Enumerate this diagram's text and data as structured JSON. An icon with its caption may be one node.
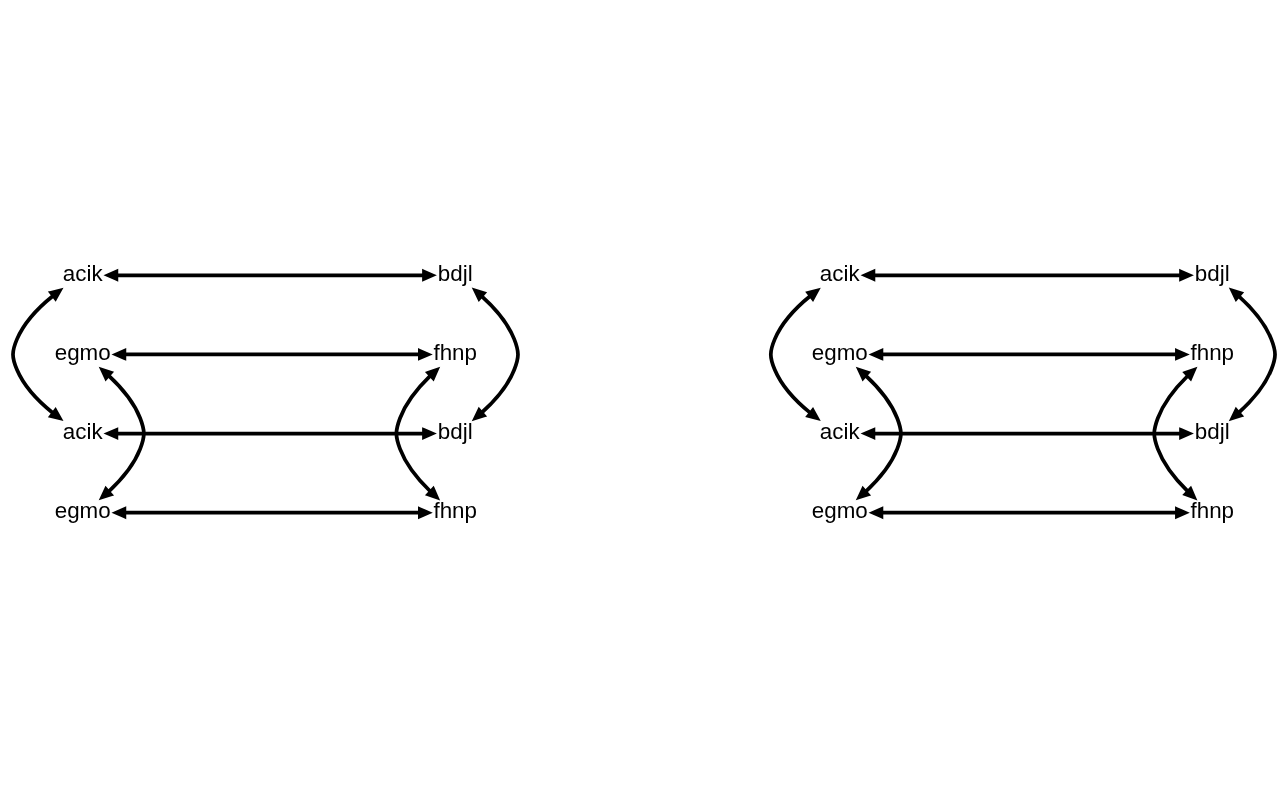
{
  "diagram": {
    "nodes": [
      {
        "text": [
          "acik"
        ]
      },
      {
        "text": [
          "bdjl"
        ]
      },
      {
        "text": [
          "egmo"
        ]
      },
      {
        "text": [
          "fhnp"
        ]
      },
      {
        "text": [
          "acik"
        ]
      },
      {
        "text": [
          "bdjl"
        ]
      },
      {
        "text": [
          "egmo"
        ]
      },
      {
        "text": [
          "fhnp"
        ]
      },
      {
        "text": [
          "acik"
        ]
      },
      {
        "text": [
          "bdjl"
        ]
      },
      {
        "text": [
          "egmo"
        ]
      },
      {
        "text": [
          "fhnp"
        ]
      },
      {
        "text": [
          "acik"
        ]
      },
      {
        "text": [
          "bdjl"
        ]
      },
      {
        "text": [
          "egmo"
        ]
      },
      {
        "text": [
          "fhnp"
        ]
      }
    ],
    "edges": [
      {
        "from": 0,
        "to": 1,
        "arrow": "both"
      },
      {
        "from": 0,
        "to": 4,
        "arrow": "both"
      },
      {
        "from": 1,
        "to": 5,
        "arrow": "both"
      },
      {
        "from": 2,
        "to": 3,
        "arrow": "both"
      },
      {
        "from": 2,
        "to": 6,
        "arrow": "both"
      },
      {
        "from": 3,
        "to": 7,
        "arrow": "both"
      },
      {
        "from": 4,
        "to": 5,
        "arrow": "both"
      },
      {
        "from": 6,
        "to": 7,
        "arrow": "both"
      },
      {
        "from": 8,
        "to": 9,
        "arrow": "both"
      },
      {
        "from": 8,
        "to": 12,
        "arrow": "both"
      },
      {
        "from": 9,
        "to": 13,
        "arrow": "both"
      },
      {
        "from": 10,
        "to": 11,
        "arrow": "both"
      },
      {
        "from": 10,
        "to": 14,
        "arrow": "both"
      },
      {
        "from": 11,
        "to": 15,
        "arrow": "both"
      },
      {
        "from": 12,
        "to": 13,
        "arrow": "both"
      },
      {
        "from": 14,
        "to": 15,
        "arrow": "both"
      }
    ]
  }
}
